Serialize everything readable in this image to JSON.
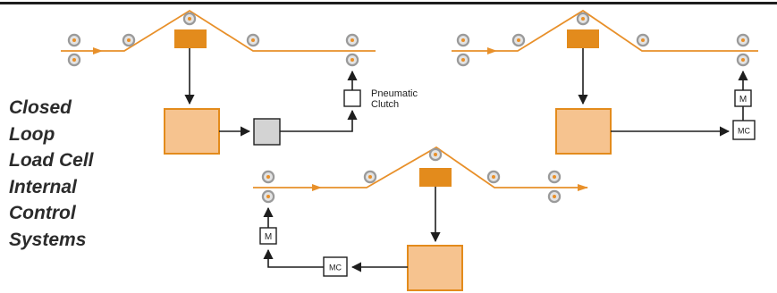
{
  "title": {
    "lines": [
      "Closed",
      "Loop",
      "Load Cell",
      "Internal",
      "Control",
      "Systems"
    ]
  },
  "systems": [
    {
      "id": "pneumatic",
      "brake_label": "Pneumatic Clutch",
      "brake_label_lines": [
        "Pneumatic",
        "Clutch"
      ]
    },
    {
      "id": "motor-top-right",
      "motor_label": "M",
      "controller_label": "MC"
    },
    {
      "id": "motor-bottom",
      "motor_label": "M",
      "controller_label": "MC"
    }
  ],
  "colors": {
    "web": "#e8902a",
    "load_cell": "#e38b1c",
    "controller_fill": "#f6c38f",
    "controller_stroke": "#e38b1c",
    "converter_fill": "#d3d3d3",
    "roller_outer": "#9a9a9a",
    "roller_inner": "#e3e3e3",
    "roller_center": "#e8902a",
    "arrow": "#1e1e1e",
    "top_rule": "#1e1e1e"
  },
  "icons": {
    "roller": "idler-roller-icon",
    "load_cell": "load-cell-icon",
    "arrow": "arrow-head-icon"
  }
}
